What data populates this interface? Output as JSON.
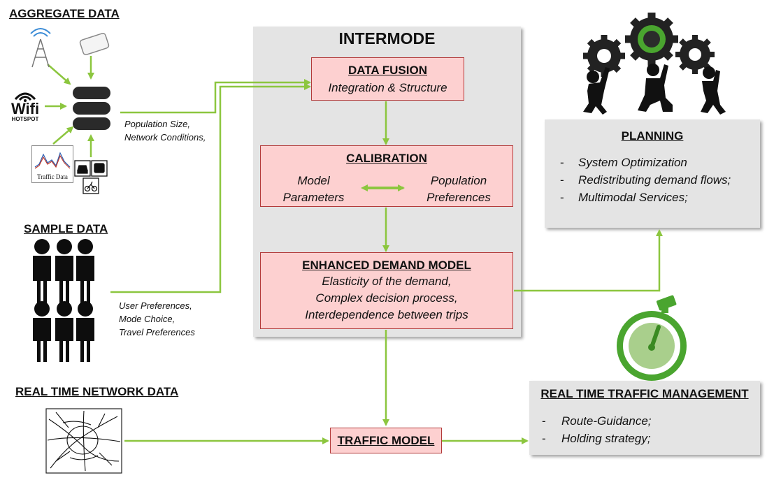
{
  "colors": {
    "arrow": "#8cc63f",
    "pink_fill": "#fdd0d0",
    "pink_border": "#b33a3a",
    "panel": "#e4e4e4",
    "gear_green": "#4aa52f"
  },
  "inputs": {
    "aggregate": {
      "title": "AGGREGATE DATA",
      "wifi": "Wifi",
      "hotspot": "HOTSPOT",
      "traffic_chart_label": "Traffic Data",
      "note_lines": [
        "Population Size,",
        "Network Conditions,"
      ],
      "icons": [
        "cell-tower-icon",
        "smartphone-icon",
        "wifi-hotspot-icon",
        "database-icon",
        "traffic-data-chart-icon",
        "car-icon",
        "bus-icon",
        "bicycle-icon"
      ]
    },
    "sample": {
      "title": "SAMPLE DATA",
      "note_lines": [
        "User Preferences,",
        "Mode Choice,",
        "Travel Preferences"
      ]
    },
    "realtime": {
      "title": "REAL TIME NETWORK DATA"
    }
  },
  "intermode": {
    "title": "INTERMODE",
    "data_fusion": {
      "title": "DATA FUSION",
      "subtitle": "Integration & Structure"
    },
    "calibration": {
      "title": "CALIBRATION",
      "left_lines": [
        "Model",
        "Parameters"
      ],
      "right_lines": [
        "Population",
        "Preferences"
      ]
    },
    "enhanced": {
      "title": "ENHANCED DEMAND MODEL",
      "lines": [
        "Elasticity of the demand,",
        "Complex decision process,",
        "Interdependence between trips"
      ]
    }
  },
  "traffic_model": {
    "title": "TRAFFIC MODEL"
  },
  "planning": {
    "title": "PLANNING",
    "bullet": "-",
    "items": [
      "System Optimization",
      "Redistributing demand flows;",
      "Multimodal Services;"
    ]
  },
  "management": {
    "title": "REAL TIME TRAFFIC MANAGEMENT",
    "bullet": "-",
    "items": [
      "Route-Guidance;",
      "Holding strategy;"
    ]
  }
}
